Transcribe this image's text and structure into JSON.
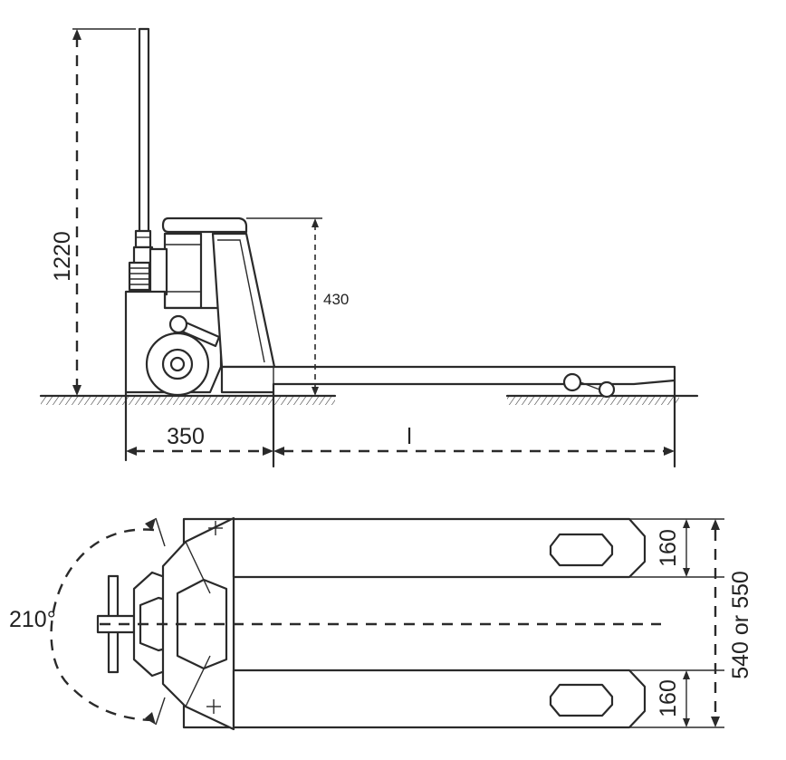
{
  "side_view": {
    "handle_height_label": "1220",
    "fork_height_label": "430",
    "rear_length_label": "350",
    "fork_length_label": "l"
  },
  "top_view": {
    "steering_angle_label": "210°",
    "fork_width_label_top": "160",
    "fork_width_label_bottom": "160",
    "overall_width_label": "540 or 550"
  }
}
